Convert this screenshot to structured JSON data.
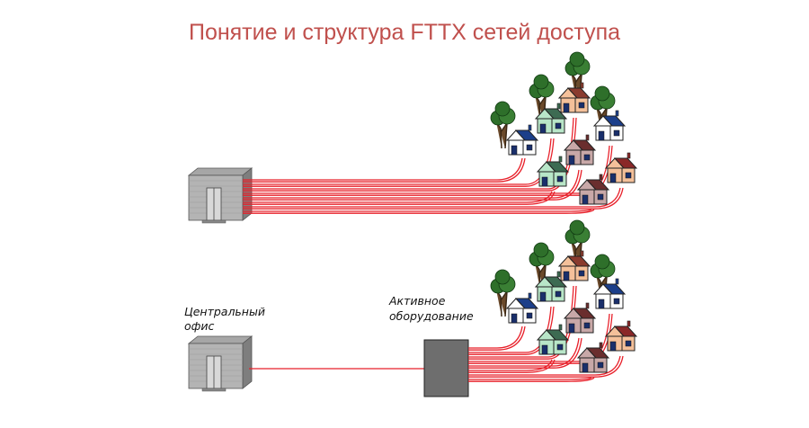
{
  "title": "Понятие и структура FTTX сетей доступа",
  "labels": {
    "central_office": [
      "Центральный",
      "офис"
    ],
    "active_equipment": [
      "Активное",
      "оборудование"
    ]
  },
  "colors": {
    "title": "#c0504d",
    "fiber": "#e8202a",
    "building_wall": "#9a9a9a",
    "cabinet": "#6e6e6e",
    "house_colors": [
      "#a8e0d8",
      "#f4c09a",
      "#c89a98",
      "#ffffff"
    ]
  }
}
